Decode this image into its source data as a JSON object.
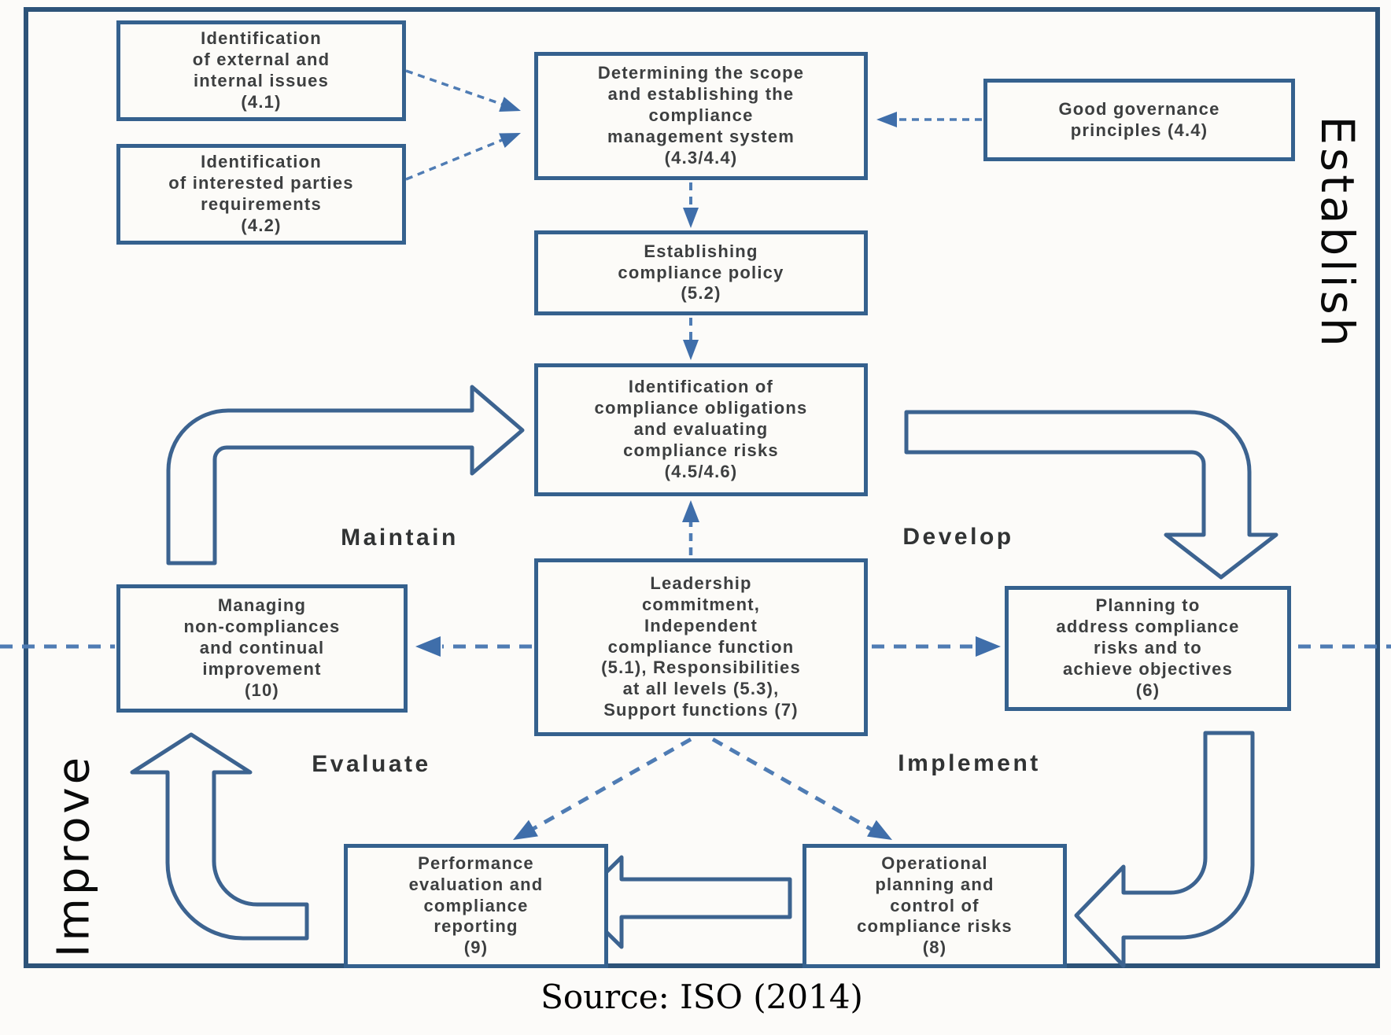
{
  "diagram": {
    "title_hint": "ISO 19600 compliance management system flowchart",
    "boxes": {
      "external_issues": "Identification\nof external and\ninternal issues\n(4.1)",
      "interested_parties": "Identification\nof interested parties\nrequirements\n(4.2)",
      "scope": "Determining the scope\nand establishing the\ncompliance\nmanagement system\n(4.3/4.4)",
      "governance": "Good governance\nprinciples (4.4)",
      "policy": "Establishing\ncompliance policy\n(5.2)",
      "obligations": "Identification of\ncompliance obligations\nand evaluating\ncompliance risks\n(4.5/4.6)",
      "leadership": "Leadership\ncommitment,\nIndependent\ncompliance function\n(5.1), Responsibilities\nat all levels (5.3),\nSupport functions (7)",
      "managing": "Managing\nnon-compliances\nand continual\nimprovement\n(10)",
      "planning": "Planning to\naddress compliance\nrisks and to\nachieve objectives\n(6)",
      "performance": "Performance\nevaluation and\ncompliance\nreporting\n(9)",
      "operational": "Operational\nplanning and\ncontrol of\ncompliance risks\n(8)"
    },
    "phase_labels": {
      "maintain": "Maintain",
      "develop": "Develop",
      "evaluate": "Evaluate",
      "implement": "Implement",
      "establish": "Establish",
      "improve": "Improve"
    },
    "source_caption": "Source: ISO (2014)",
    "colors": {
      "frame_border": "#2d5379",
      "box_border": "#35618e",
      "box_fill": "#fcfbf8",
      "box_text": "#3d3f40",
      "dashed_connector": "#4f7cb4",
      "arrowhead": "#3f6eaa",
      "block_arrow_outline": "#3c6390",
      "label_text": "#0a0a0a"
    }
  }
}
